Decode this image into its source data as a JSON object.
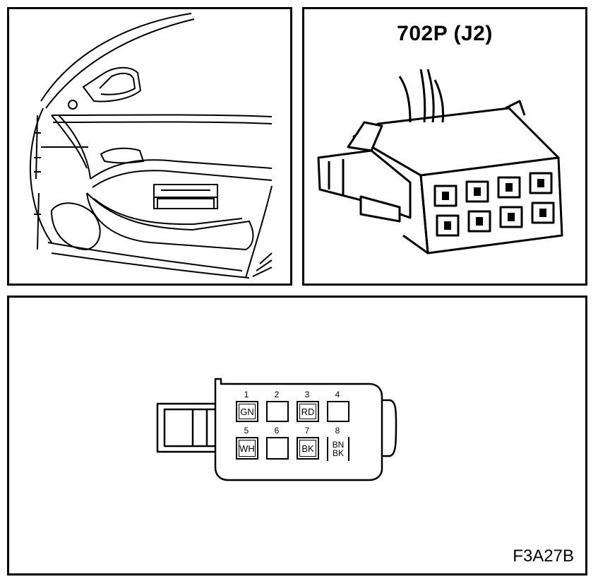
{
  "connector": {
    "title": "702P (J2)"
  },
  "figure_id": "F3A27B",
  "pins": [
    {
      "num": "1",
      "color": "GN"
    },
    {
      "num": "2",
      "color": ""
    },
    {
      "num": "3",
      "color": "RD"
    },
    {
      "num": "4",
      "color": ""
    },
    {
      "num": "5",
      "color": "WH"
    },
    {
      "num": "6",
      "color": ""
    },
    {
      "num": "7",
      "color": "BK"
    },
    {
      "num": "8",
      "color_top": "BN",
      "color_bottom": "BK"
    }
  ]
}
